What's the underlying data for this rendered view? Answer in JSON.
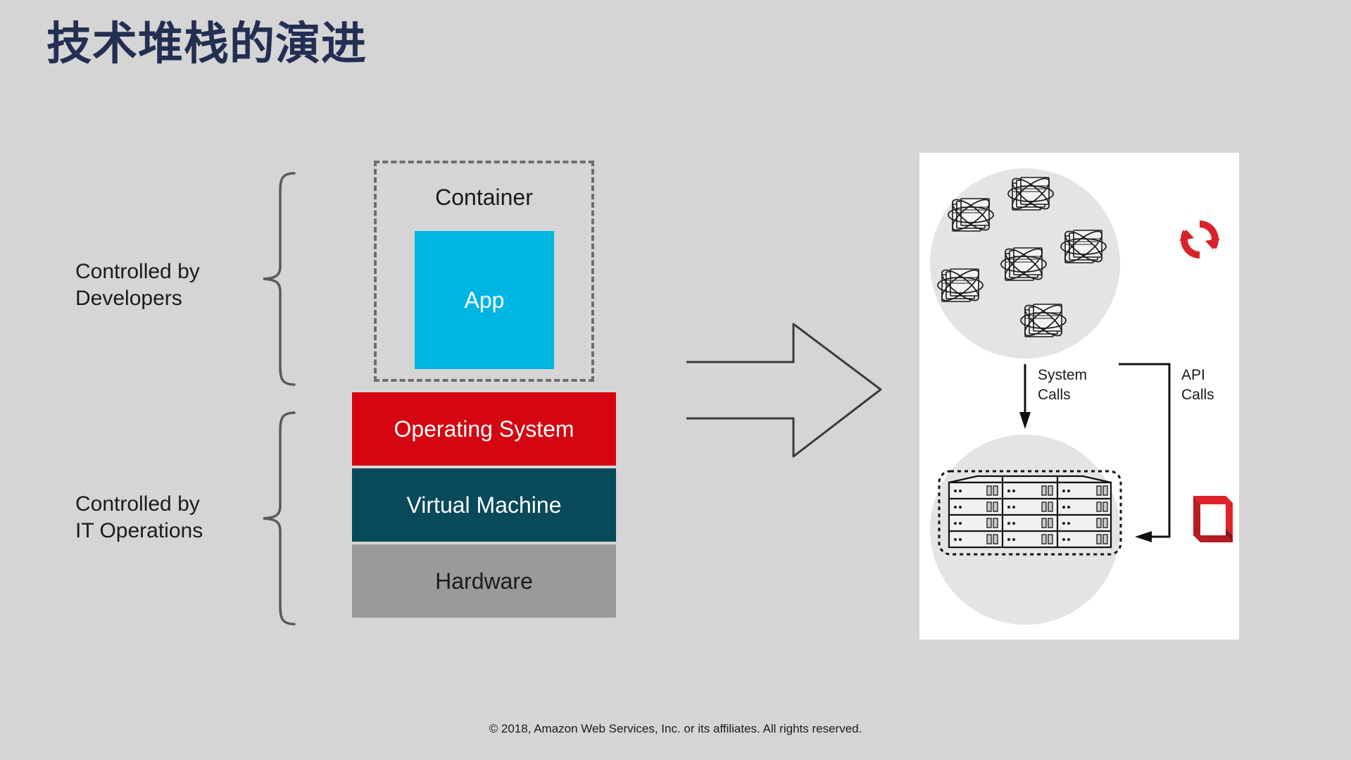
{
  "slide": {
    "background_color": "#d5d5d5",
    "title": "技术堆栈的演进"
  },
  "brackets": [
    {
      "id": "developers",
      "label": "Controlled by\nDevelopers",
      "icon": "curly-brace-icon"
    },
    {
      "id": "it-operations",
      "label": "Controlled by\nIT Operations",
      "icon": "curly-brace-icon"
    }
  ],
  "stack": {
    "container": {
      "label": "Container",
      "border_style": "dash-dot",
      "border_color": "#6e6e6e"
    },
    "app": {
      "label": "App",
      "fill": "#00b5e2",
      "text_color": "#ffffff"
    },
    "layers": [
      {
        "label": "Operating System",
        "fill": "#d40511",
        "text_color": "#ffffff"
      },
      {
        "label": "Virtual Machine",
        "fill": "#08495a",
        "text_color": "#ffffff"
      },
      {
        "label": "Hardware",
        "fill": "#9a9a9a",
        "text_color": "#1b1b1b"
      }
    ]
  },
  "transition": {
    "icon": "right-arrow-icon",
    "style": "outlined"
  },
  "right_panel": {
    "background": "#ffffff",
    "top_circle": {
      "fill": "#e3e3e3",
      "icon": "container-cluster-icon",
      "count": 6
    },
    "bottom_circle": {
      "fill": "#e3e3e3",
      "icon": "server-rack-icon",
      "rack_columns": 3,
      "rack_rows": 4,
      "border_style": "dashed"
    },
    "connectors": [
      {
        "id": "system-calls",
        "label": "System\nCalls",
        "direction": "down"
      },
      {
        "id": "api-calls",
        "label": "API\nCalls",
        "direction": "down"
      }
    ],
    "badges": [
      {
        "id": "refresh-badge",
        "icon": "circular-arrows-icon",
        "color": "#d8232a"
      },
      {
        "id": "cube-badge",
        "icon": "red-cube-icon",
        "color": "#d8232a"
      }
    ]
  },
  "footer": {
    "copyright": "© 2018, Amazon Web Services, Inc. or its affiliates. All rights reserved."
  }
}
